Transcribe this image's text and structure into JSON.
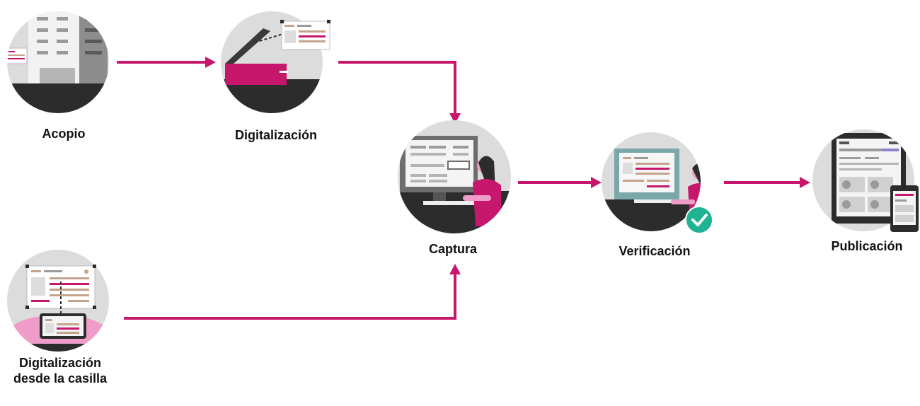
{
  "colors": {
    "accent": "#c7176d",
    "accent_light": "#ef9cc8",
    "circle_bg": "#dcdcdc",
    "dark": "#2c2c2c",
    "check_badge": "#1db393",
    "tan": "#c4a48c",
    "teal": "#7aa7a8"
  },
  "stages": {
    "acopio": {
      "label": "Acopio",
      "icon": "building-icon"
    },
    "digitalizacion": {
      "label": "Digitalización",
      "icon": "scanner-icon"
    },
    "captura": {
      "label": "Captura",
      "icon": "computer-operator-icon"
    },
    "verificacion": {
      "label": "Verificación",
      "icon": "verification-operator-icon"
    },
    "publicacion": {
      "label": "Publicación",
      "icon": "tablet-phone-icon"
    },
    "casilla": {
      "label_line1": "Digitalización",
      "label_line2": "desde la casilla",
      "icon": "phone-scan-icon"
    }
  }
}
